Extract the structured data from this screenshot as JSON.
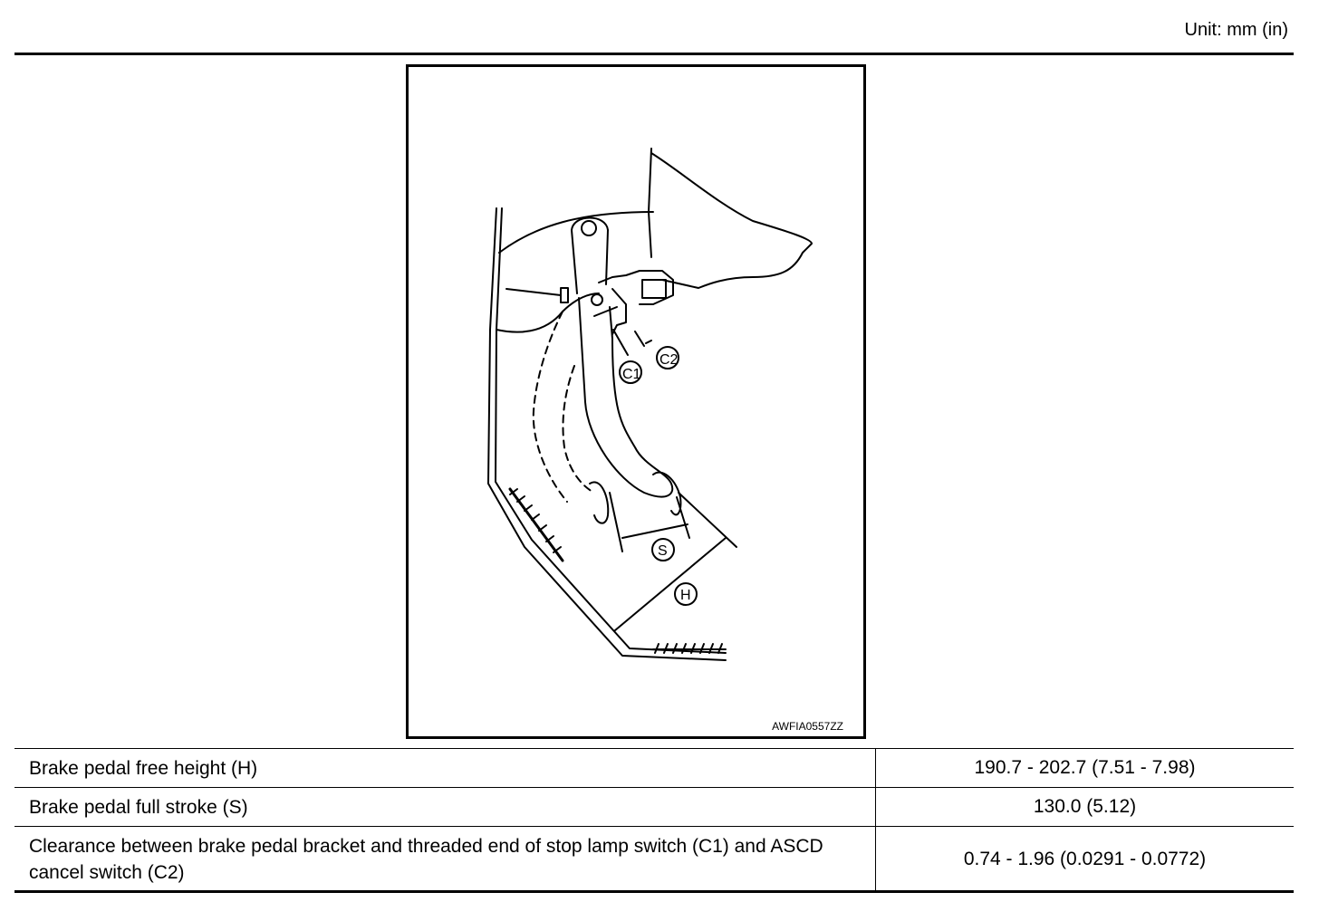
{
  "header": {
    "unit_label": "Unit: mm (in)"
  },
  "figure": {
    "code": "AWFIA0557ZZ",
    "callouts": {
      "c1": "C1",
      "c2": "C2",
      "s": "S",
      "h": "H"
    }
  },
  "spec_table": {
    "rows": [
      {
        "label": "Brake pedal free height (H)",
        "value": "190.7 - 202.7 (7.51 - 7.98)"
      },
      {
        "label": "Brake pedal full stroke (S)",
        "value": "130.0 (5.12)"
      },
      {
        "label": "Clearance between brake pedal bracket and threaded end of stop lamp switch (C1) and ASCD cancel switch (C2)",
        "value": "0.74 - 1.96 (0.0291 - 0.0772)"
      }
    ]
  }
}
